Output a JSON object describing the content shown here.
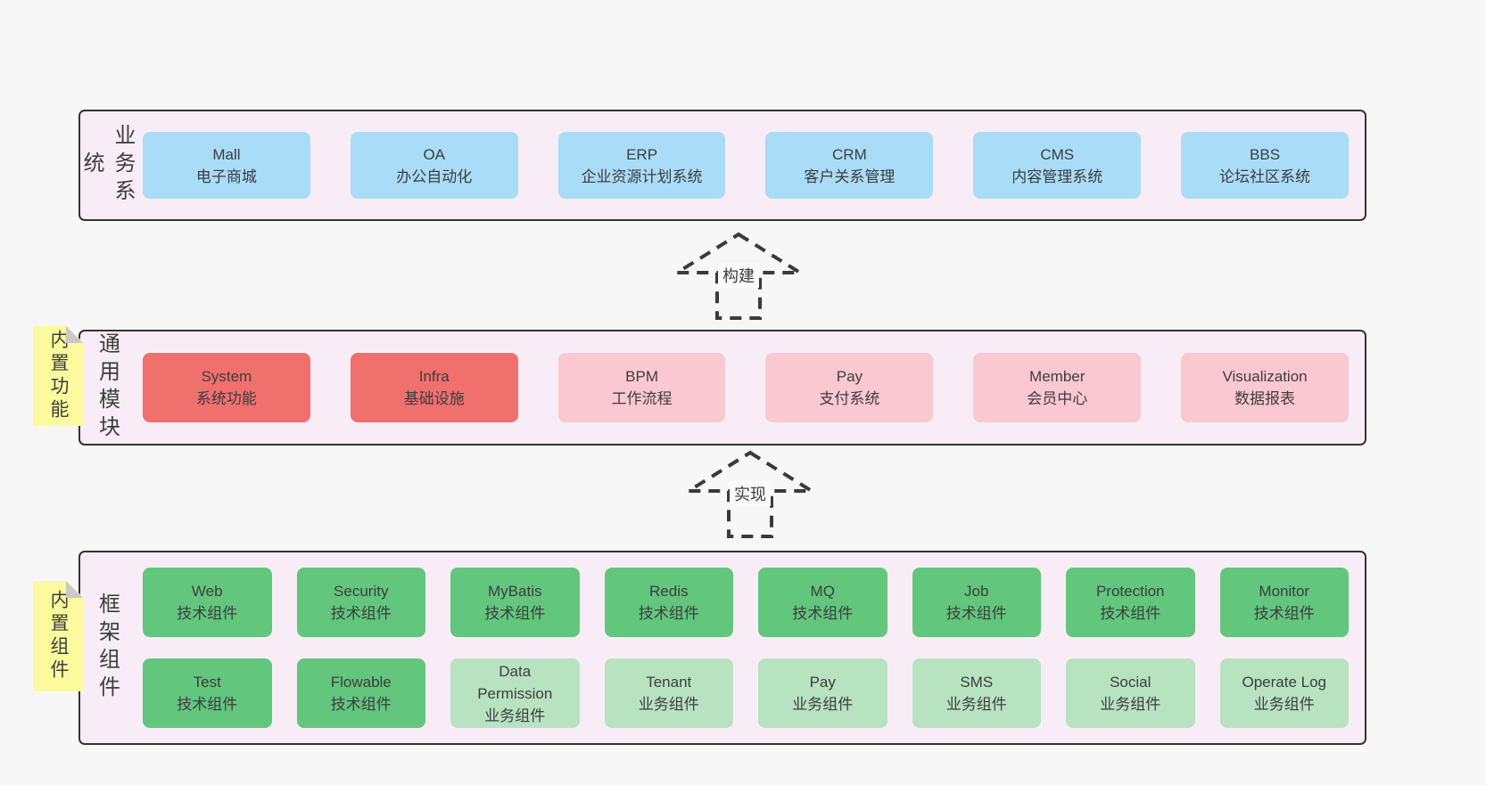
{
  "colors": {
    "page_bg": "#f7f7f7",
    "layer_bg": "#f8edf6",
    "layer_border": "#333333",
    "blue": "#a9dcf6",
    "red": "#f0706e",
    "pink": "#fac8d0",
    "green": "#62c67d",
    "light_green": "#b7e3c0",
    "note_yellow": "#fbfb9d",
    "note_fold": "#c9c9c9",
    "text": "#3d3d3d"
  },
  "notes": [
    {
      "text": "内置功能"
    },
    {
      "text": "内置组件"
    }
  ],
  "arrows": [
    {
      "label": "构建"
    },
    {
      "label": "实现"
    }
  ],
  "layers": [
    {
      "side_label": "业务系统",
      "boxes": [
        {
          "title": "Mall",
          "subtitle": "电子商城"
        },
        {
          "title": "OA",
          "subtitle": "办公自动化"
        },
        {
          "title": "ERP",
          "subtitle": "企业资源计划系统"
        },
        {
          "title": "CRM",
          "subtitle": "客户关系管理"
        },
        {
          "title": "CMS",
          "subtitle": "内容管理系统"
        },
        {
          "title": "BBS",
          "subtitle": "论坛社区系统"
        }
      ]
    },
    {
      "side_label": "通用模块",
      "boxes": [
        {
          "title": "System",
          "subtitle": "系统功能"
        },
        {
          "title": "Infra",
          "subtitle": "基础设施"
        },
        {
          "title": "BPM",
          "subtitle": "工作流程"
        },
        {
          "title": "Pay",
          "subtitle": "支付系统"
        },
        {
          "title": "Member",
          "subtitle": "会员中心"
        },
        {
          "title": "Visualization",
          "subtitle": "数据报表"
        }
      ]
    },
    {
      "side_label": "框架组件",
      "rows": [
        [
          {
            "title": "Web",
            "subtitle": "技术组件"
          },
          {
            "title": "Security",
            "subtitle": "技术组件"
          },
          {
            "title": "MyBatis",
            "subtitle": "技术组件"
          },
          {
            "title": "Redis",
            "subtitle": "技术组件"
          },
          {
            "title": "MQ",
            "subtitle": "技术组件"
          },
          {
            "title": "Job",
            "subtitle": "技术组件"
          },
          {
            "title": "Protection",
            "subtitle": "技术组件"
          },
          {
            "title": "Monitor",
            "subtitle": "技术组件"
          }
        ],
        [
          {
            "title": "Test",
            "subtitle": "技术组件"
          },
          {
            "title": "Flowable",
            "subtitle": "技术组件"
          },
          {
            "title": "Data Permission",
            "subtitle": "业务组件"
          },
          {
            "title": "Tenant",
            "subtitle": "业务组件"
          },
          {
            "title": "Pay",
            "subtitle": "业务组件"
          },
          {
            "title": "SMS",
            "subtitle": "业务组件"
          },
          {
            "title": "Social",
            "subtitle": "业务组件"
          },
          {
            "title": "Operate Log",
            "subtitle": "业务组件"
          }
        ]
      ]
    }
  ]
}
